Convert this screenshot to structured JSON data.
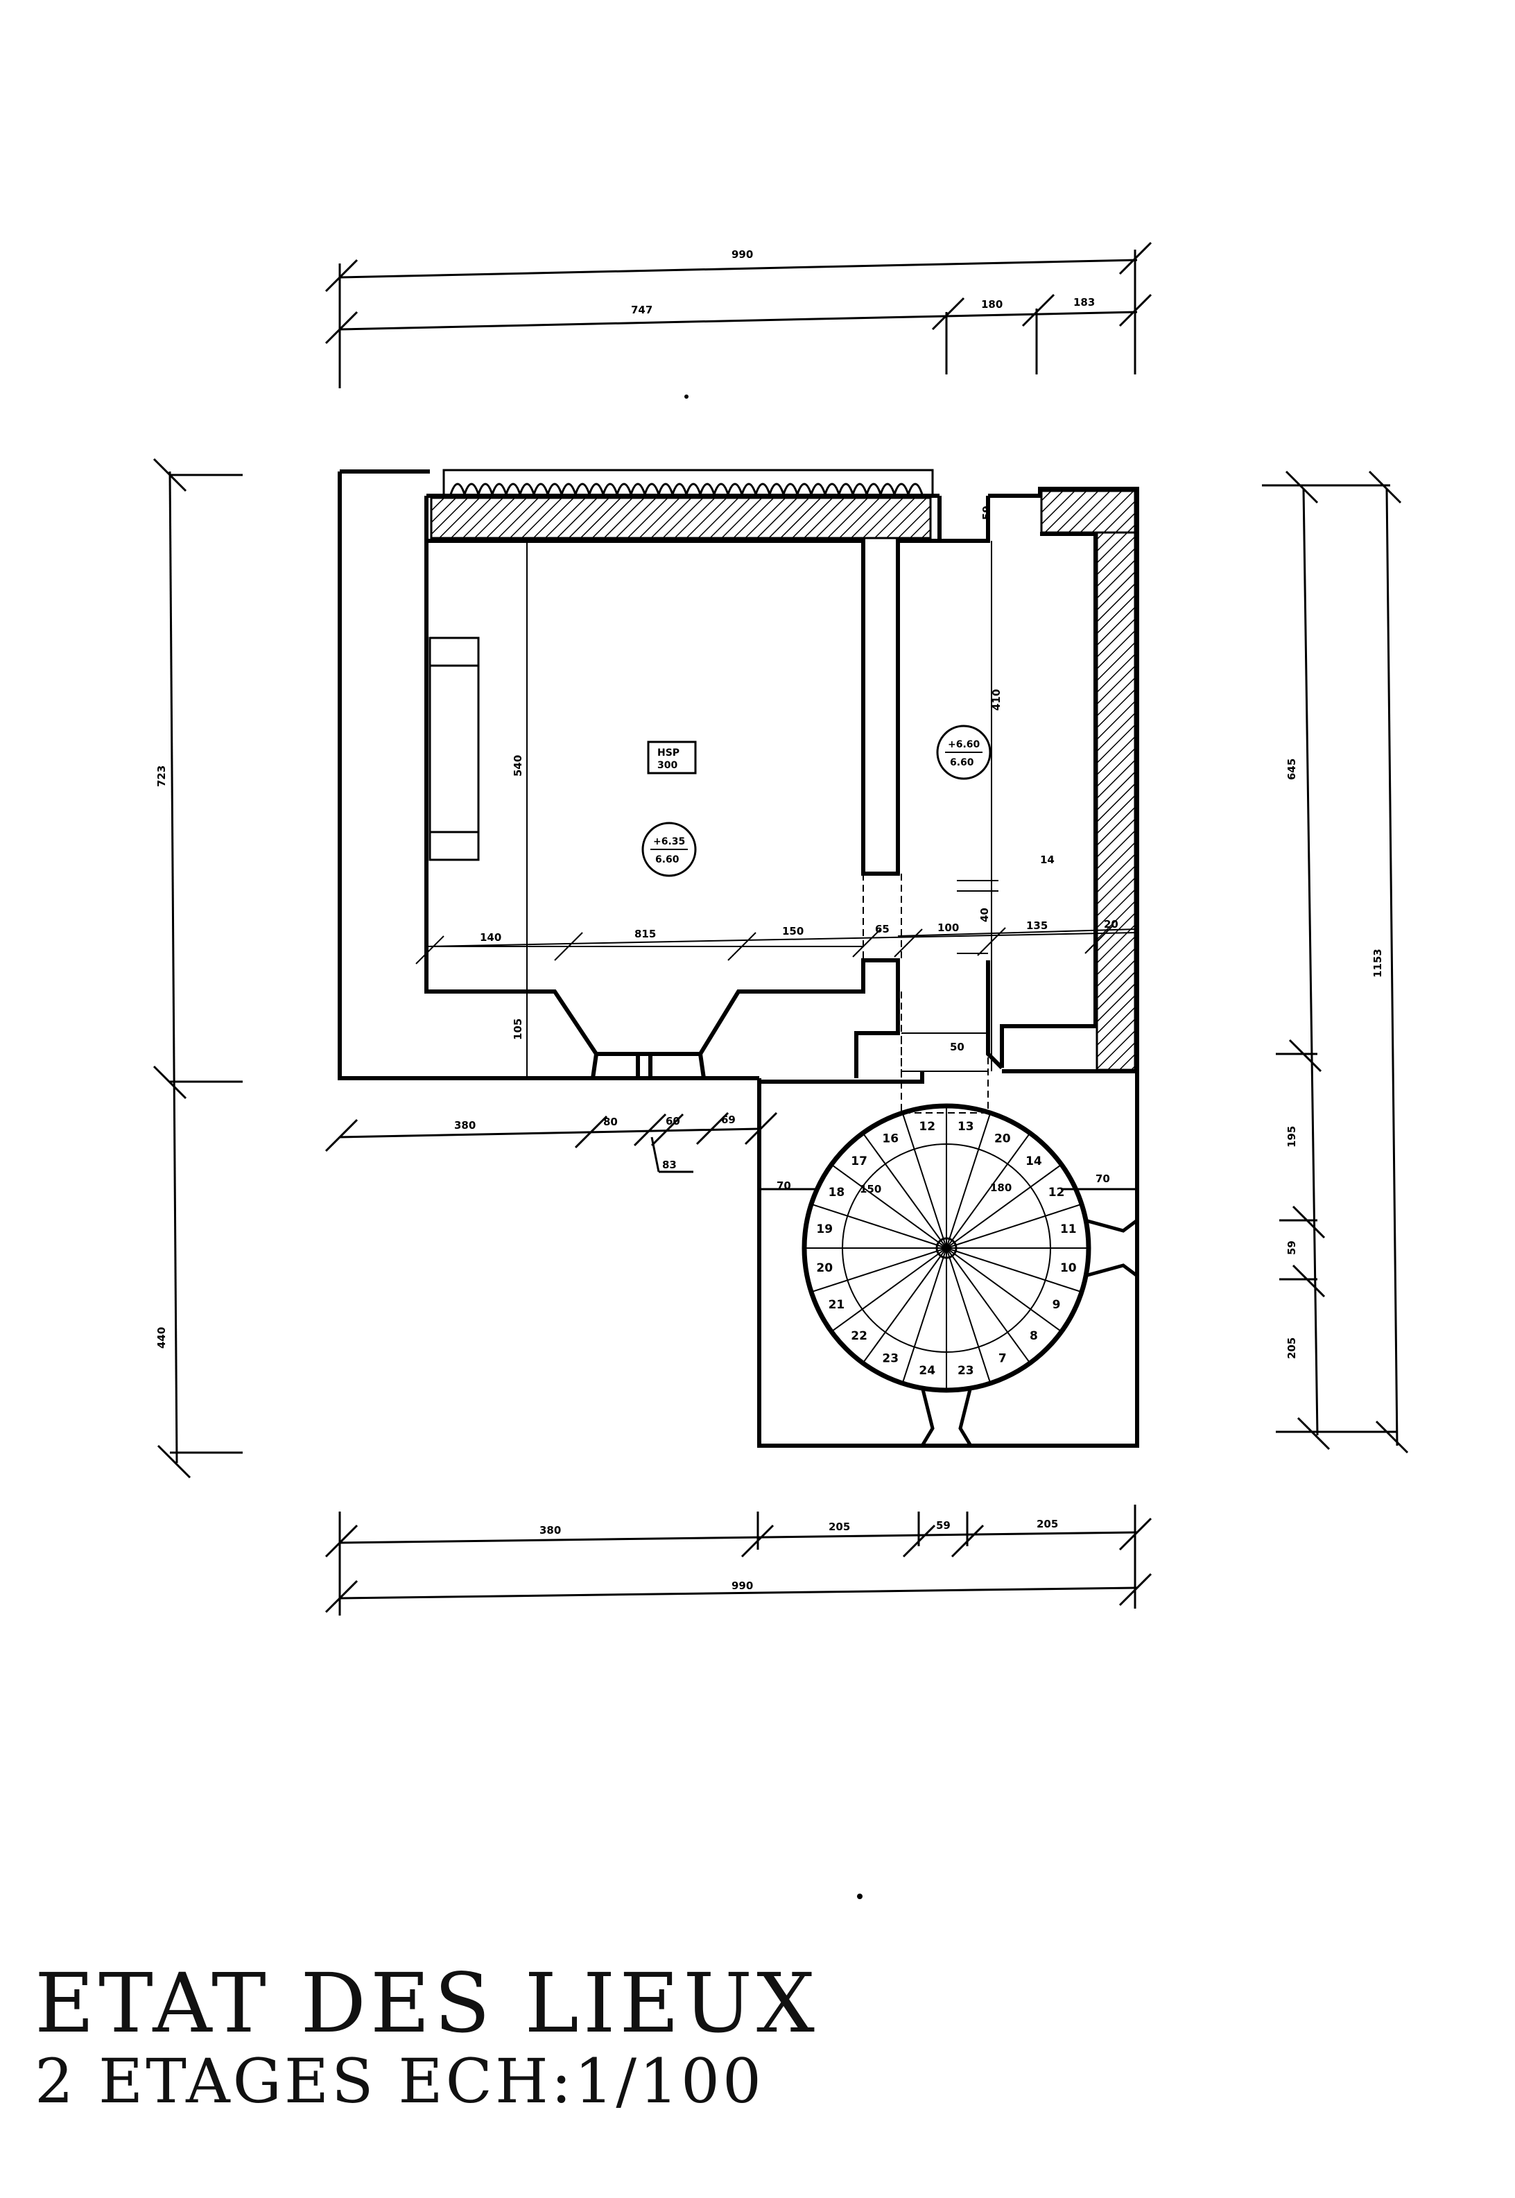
{
  "title": "ETAT DES LIEUX",
  "subtitle": "2 ETAGES ECH:1/100",
  "dimensions": {
    "top_total": "990",
    "top_a": "747",
    "top_b": "180",
    "top_c": "183",
    "bottom_total": "990",
    "bottom_a": "380",
    "bottom_b": "205",
    "bottom_c": "59",
    "bottom_d": "205",
    "left_upper": "723",
    "left_lower": "440",
    "right_total": "1153",
    "right_a": "645",
    "right_b": "195",
    "right_c": "59",
    "right_d": "205",
    "room_height": "540",
    "corr_height": "410",
    "row_a": "140",
    "row_b": "815",
    "row_c": "150",
    "row_d": "65",
    "row_e": "100",
    "row_f": "135",
    "row_g": "20",
    "lower_a": "380",
    "lower_b": "80",
    "lower_c": "60",
    "lower_d": "69",
    "lower_e": "83",
    "stub_1": "105",
    "stub_2": "59",
    "stub_3": "14",
    "stub_4": "50",
    "stub_5": "70",
    "stub_6": "70",
    "stub_7": "40"
  },
  "labels": {
    "hsp": "HSP",
    "hsp_value": "300",
    "level_a_top": "+6.35",
    "level_a_bottom": "6.60",
    "level_b_top": "+6.60",
    "level_b_bottom": "6.60",
    "stair_a": "150",
    "stair_b": "180"
  },
  "steps": [
    "13",
    "20",
    "14",
    "12",
    "11",
    "10",
    "9",
    "8",
    "7",
    "23",
    "24",
    "23",
    "22",
    "21",
    "20",
    "19",
    "18",
    "17",
    "16",
    "12"
  ]
}
